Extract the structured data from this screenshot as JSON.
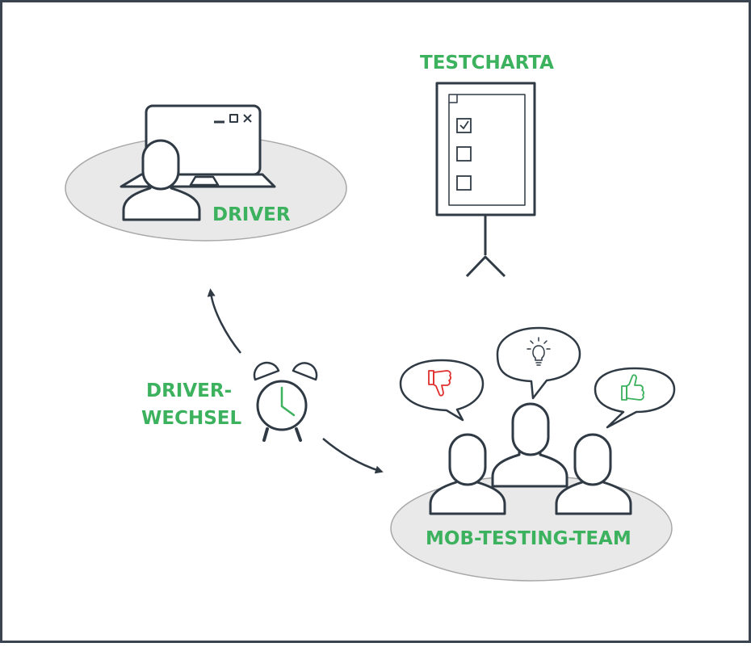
{
  "labels": {
    "driver": "DRIVER",
    "testcharta": "TESTCHARTA",
    "driver_change_line1": "DRIVER-",
    "driver_change_line2": "WECHSEL",
    "mob_team": "MOB-TESTING-TEAM"
  },
  "colors": {
    "accent": "#3cb15e",
    "stroke": "#2f3a45",
    "ellipse_fill": "#e9e9e9",
    "ellipse_stroke": "#a7a7a7",
    "thumbs_down": "#e0302e",
    "thumbs_up": "#3cb15e",
    "frame": "#3a4450"
  },
  "icons": {
    "computer": "laptop-window-icon",
    "flipchart": "flipchart-icon",
    "clock": "alarm-clock-icon",
    "thumbs_down": "thumbs-down-icon",
    "idea": "lightbulb-icon",
    "thumbs_up": "thumbs-up-icon"
  }
}
